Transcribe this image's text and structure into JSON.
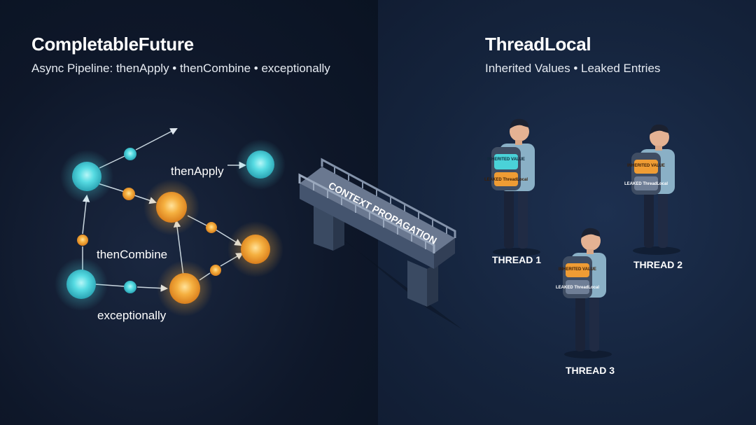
{
  "left": {
    "title": "CompletableFuture",
    "subtitle": "Async Pipeline: thenApply • thenCombine • exceptionally",
    "labels": {
      "then_apply": "thenApply",
      "then_combine": "thenCombine",
      "exceptionally": "exceptionally"
    }
  },
  "bridge": {
    "label": "CONTEXT PROPAGATION"
  },
  "right": {
    "title": "ThreadLocal",
    "subtitle": "Inherited Values • Leaked Entries",
    "threads": [
      {
        "label": "THREAD 1",
        "tag_top": "INHERITED VALUE",
        "tag_bottom": "LEAKED ThreadLocal"
      },
      {
        "label": "THREAD 2",
        "tag_top": "INHERITED VALUE",
        "tag_bottom": "LEAKED ThreadLocal"
      },
      {
        "label": "THREAD 3",
        "tag_top": "INHERITED VALUE",
        "tag_bottom": "LEAKED ThreadLocal"
      }
    ]
  },
  "colors": {
    "cyan": "#4fd8e0",
    "orange": "#f3a93a",
    "background": "#0f1a2d"
  }
}
